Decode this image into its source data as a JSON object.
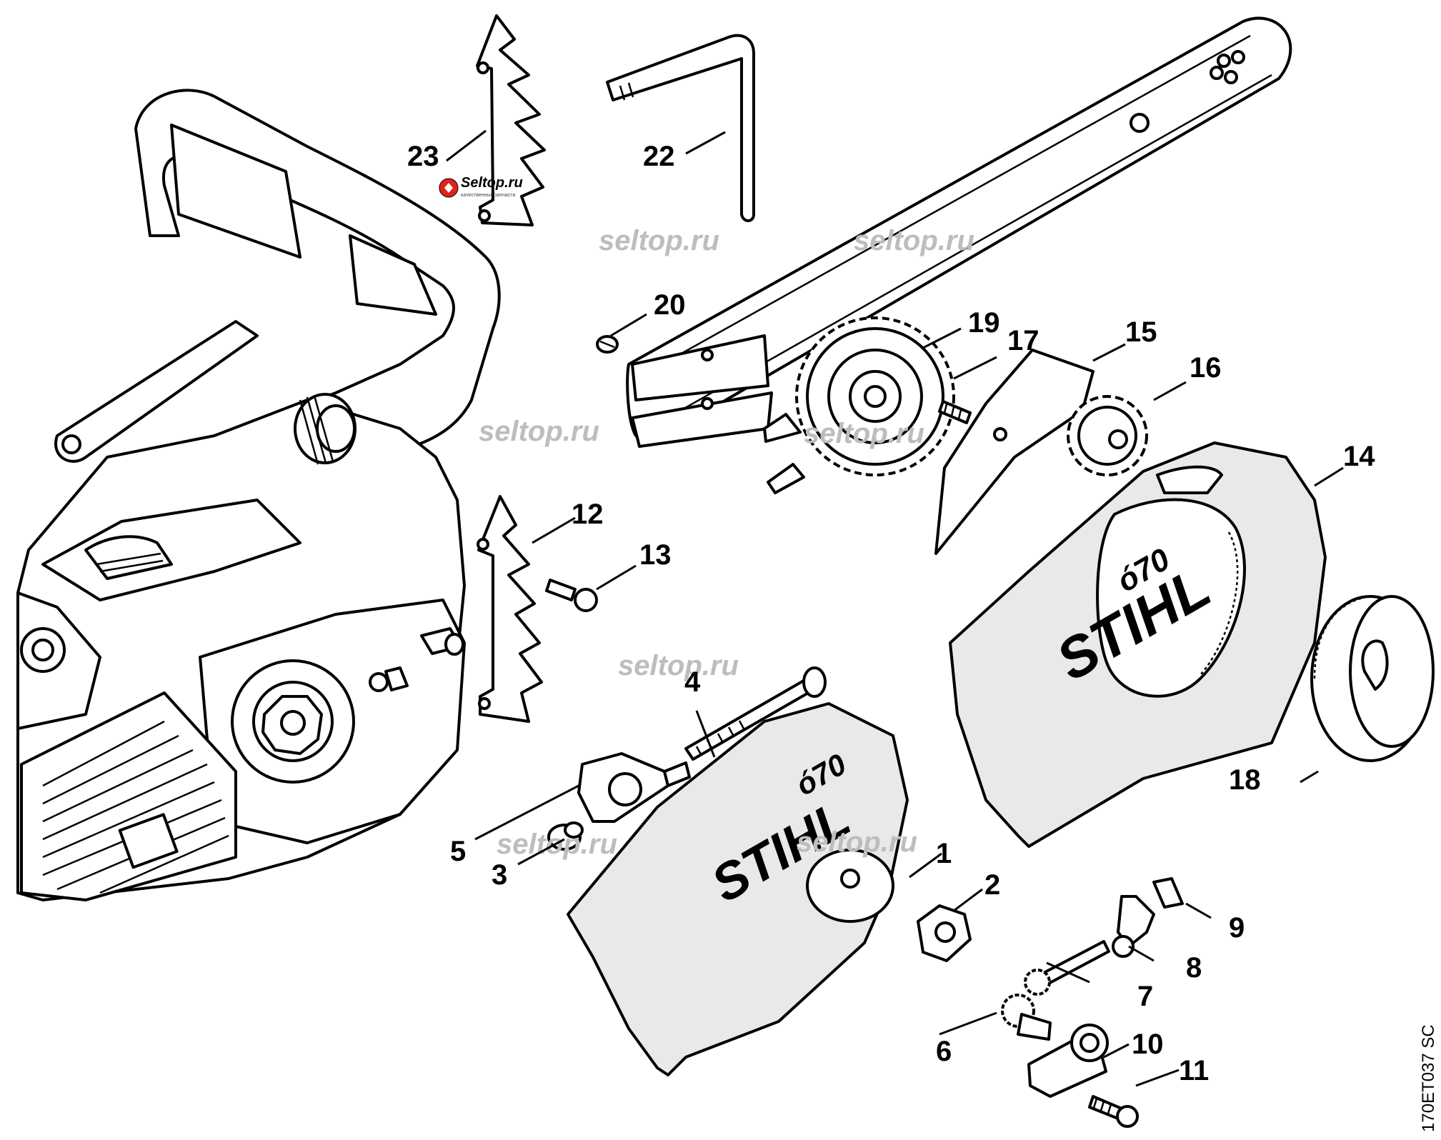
{
  "callouts": [
    {
      "number": "1",
      "target": "sprocket-cover"
    },
    {
      "number": "2",
      "target": "collar-nut"
    },
    {
      "number": "3",
      "target": "thrust-pad"
    },
    {
      "number": "4",
      "target": "tensioner-spindle"
    },
    {
      "number": "5",
      "target": "tensioner-slide"
    },
    {
      "number": "6",
      "target": "adjusting-gear"
    },
    {
      "number": "7",
      "target": "adjusting-screw"
    },
    {
      "number": "8",
      "target": "bracket"
    },
    {
      "number": "9",
      "target": "clip"
    },
    {
      "number": "10",
      "target": "pinion-housing"
    },
    {
      "number": "11",
      "target": "screw"
    },
    {
      "number": "12",
      "target": "bumper-spike-lower"
    },
    {
      "number": "13",
      "target": "spike-screw"
    },
    {
      "number": "14",
      "target": "quick-chain-cover"
    },
    {
      "number": "15",
      "target": "guide-plate"
    },
    {
      "number": "16",
      "target": "knob"
    },
    {
      "number": "17",
      "target": "small-screw"
    },
    {
      "number": "18",
      "target": "handwheel"
    },
    {
      "number": "19",
      "target": "toothed-wheel"
    },
    {
      "number": "20",
      "target": "bar-screw"
    },
    {
      "number": "22",
      "target": "hex-key"
    },
    {
      "number": "23",
      "target": "bumper-spike-upper"
    }
  ],
  "brand": "STIHL",
  "watermark": "seltop.ru",
  "logo": {
    "name": "Seltop.ru",
    "tagline": "качественные запчасти"
  },
  "drawing_code": "170ET037 SC",
  "colors": {
    "line": "#000000",
    "background": "#ffffff",
    "watermark": "#bdbdbd",
    "logo_red": "#e0211b"
  }
}
